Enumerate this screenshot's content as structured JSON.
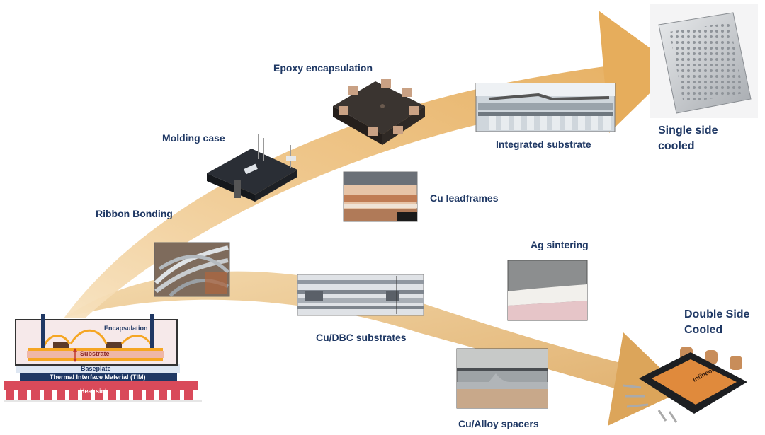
{
  "labels": {
    "epoxy_encapsulation": "Epoxy encapsulation",
    "molding_case": "Molding case",
    "ribbon_bonding": "Ribbon Bonding",
    "integrated_substrate": "Integrated substrate",
    "cu_leadframes": "Cu leadframes",
    "single_side_cooled": "Single side cooled",
    "ag_sintering": "Ag sintering",
    "cu_dbc_substrates": "Cu/DBC substrates",
    "double_side_cooled": "Double Side Cooled",
    "cu_alloy_spacers": "Cu/Alloy spacers"
  },
  "module_stack": {
    "encapsulation": "Encapsulation",
    "substrate": "Substrate",
    "baseplate": "Baseplate",
    "tim": "Thermal Interface Material (TIM)",
    "heat_sink": "Heat sink"
  },
  "module_brand": "Infineon",
  "colors": {
    "arrow_top": "#f2c98a",
    "arrow_bottom": "#e2b06a",
    "label_text": "#1f3864",
    "substrate": "#f5a623",
    "tim": "#1f3864",
    "heat_sink": "#d94a5a"
  }
}
